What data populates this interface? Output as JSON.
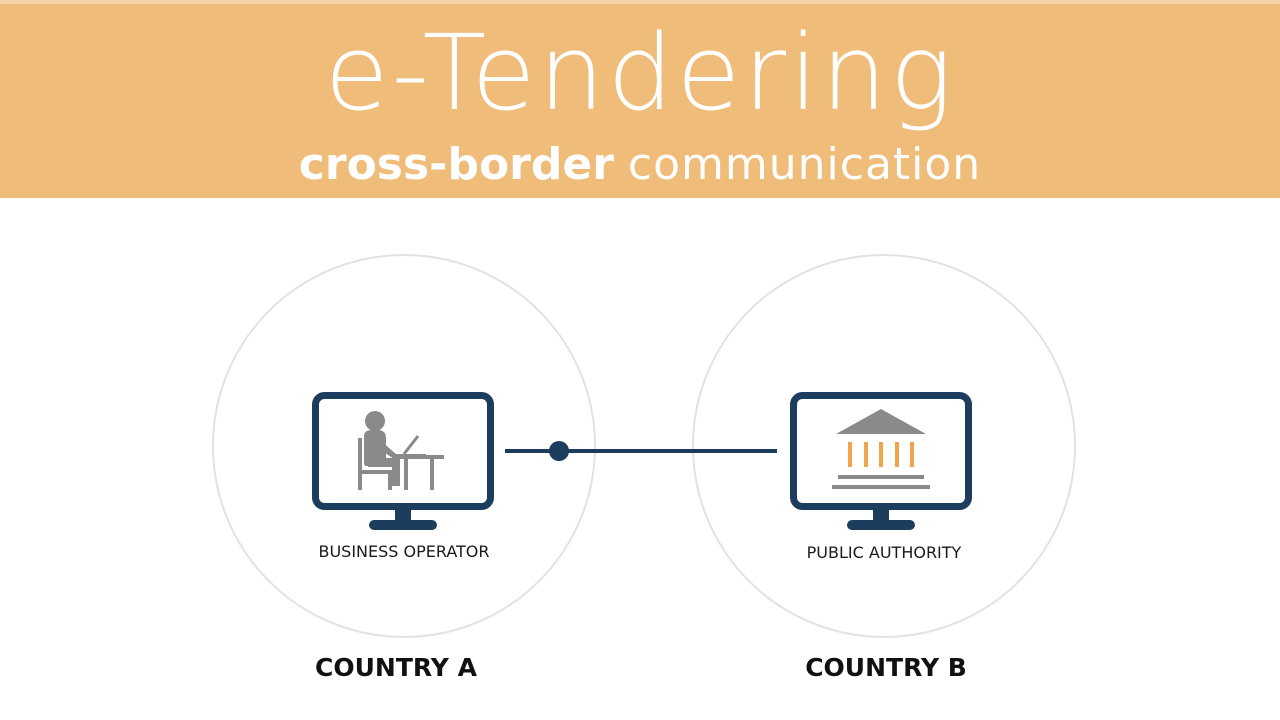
{
  "header": {
    "title": "e-Tendering",
    "subtitle_bold": "cross-border",
    "subtitle_light": "communication"
  },
  "nodes": [
    {
      "label": "BUSINESS OPERATOR",
      "country": "COUNTRY A",
      "icon": "person-at-desk-icon"
    },
    {
      "label": "PUBLIC AUTHORITY",
      "country": "COUNTRY B",
      "icon": "government-building-icon"
    }
  ],
  "colors": {
    "banner": "#f0bc79",
    "navy": "#1c3d5e",
    "icon_gray": "#8a8a8a",
    "accent_orange": "#f0a44b",
    "ring": "#e2e2e2"
  }
}
